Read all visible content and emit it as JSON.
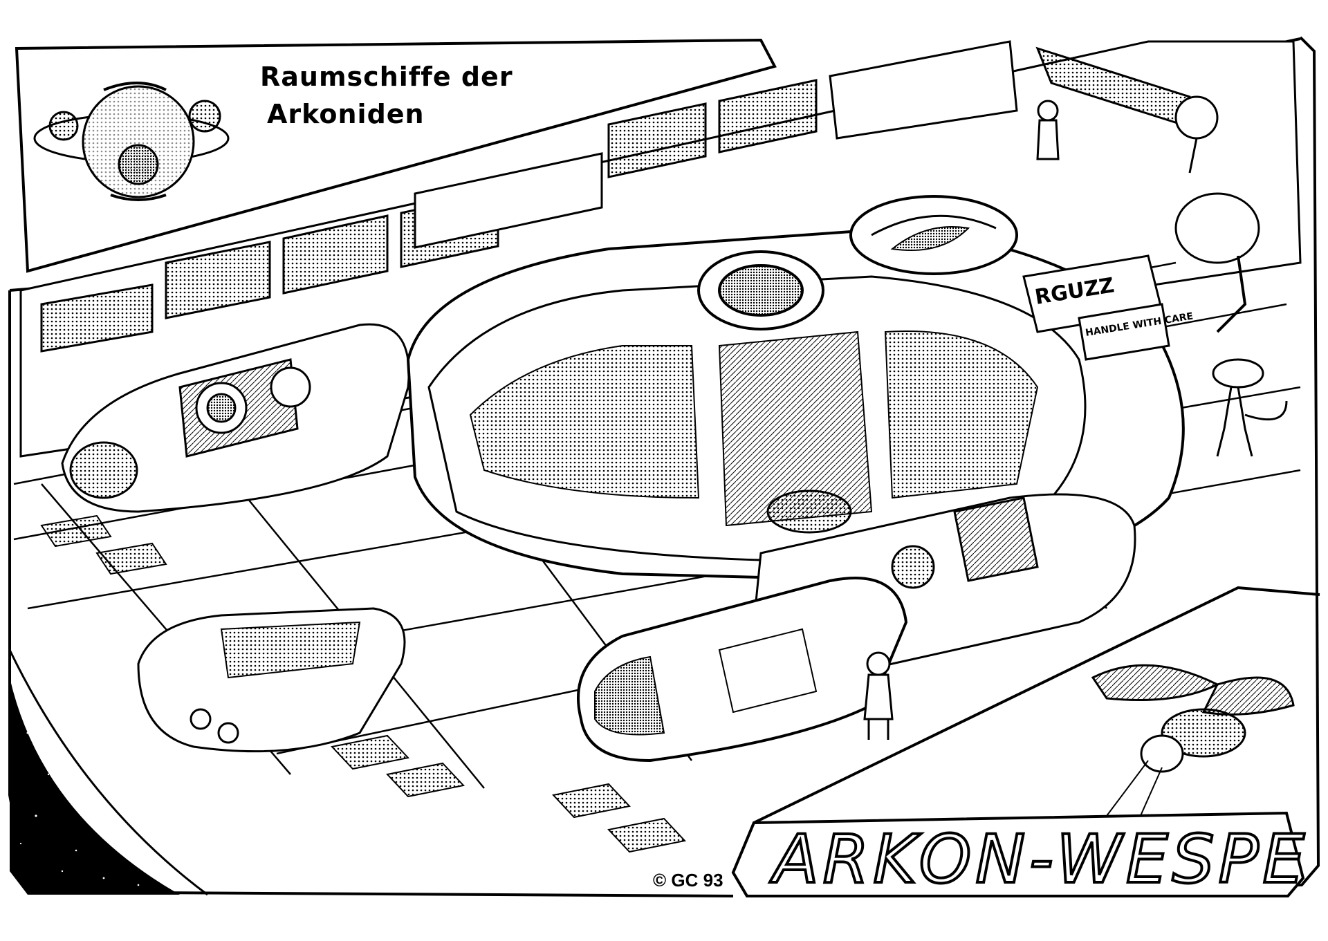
{
  "title": {
    "line1": "Raumschiffe der",
    "line2": "Arkoniden"
  },
  "ship_name": "ARKON-WESPE",
  "copyright": "© GC 93",
  "hull_marking": "RGUZZ",
  "crate_text": "HANDLE WITH CARE",
  "colors": {
    "ink": "#000000",
    "paper": "#ffffff",
    "screentone": "#9a9a9a"
  },
  "icons": [
    "planet-logo-icon",
    "wasp-icon",
    "alien-creature-icon"
  ]
}
